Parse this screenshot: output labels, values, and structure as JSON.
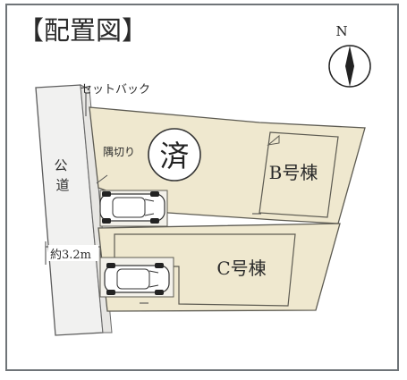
{
  "title": "【配置図】",
  "compass": {
    "label": "N",
    "icon": "north-arrow-icon"
  },
  "road": {
    "label_1": "公",
    "label_2": "道",
    "width_label": "約3.2m"
  },
  "setback_label": "セットバック",
  "corner_cut_label": "隅切り",
  "sold_badge": "済",
  "buildings": [
    {
      "label": "B号棟"
    },
    {
      "label": "C号棟"
    }
  ],
  "car_icon": "car-icon",
  "colors": {
    "lot_fill": "#efe8cf",
    "lot_stroke": "#5d5b52",
    "road_fill": "#f1f1f0",
    "frame": "#6f7478"
  }
}
